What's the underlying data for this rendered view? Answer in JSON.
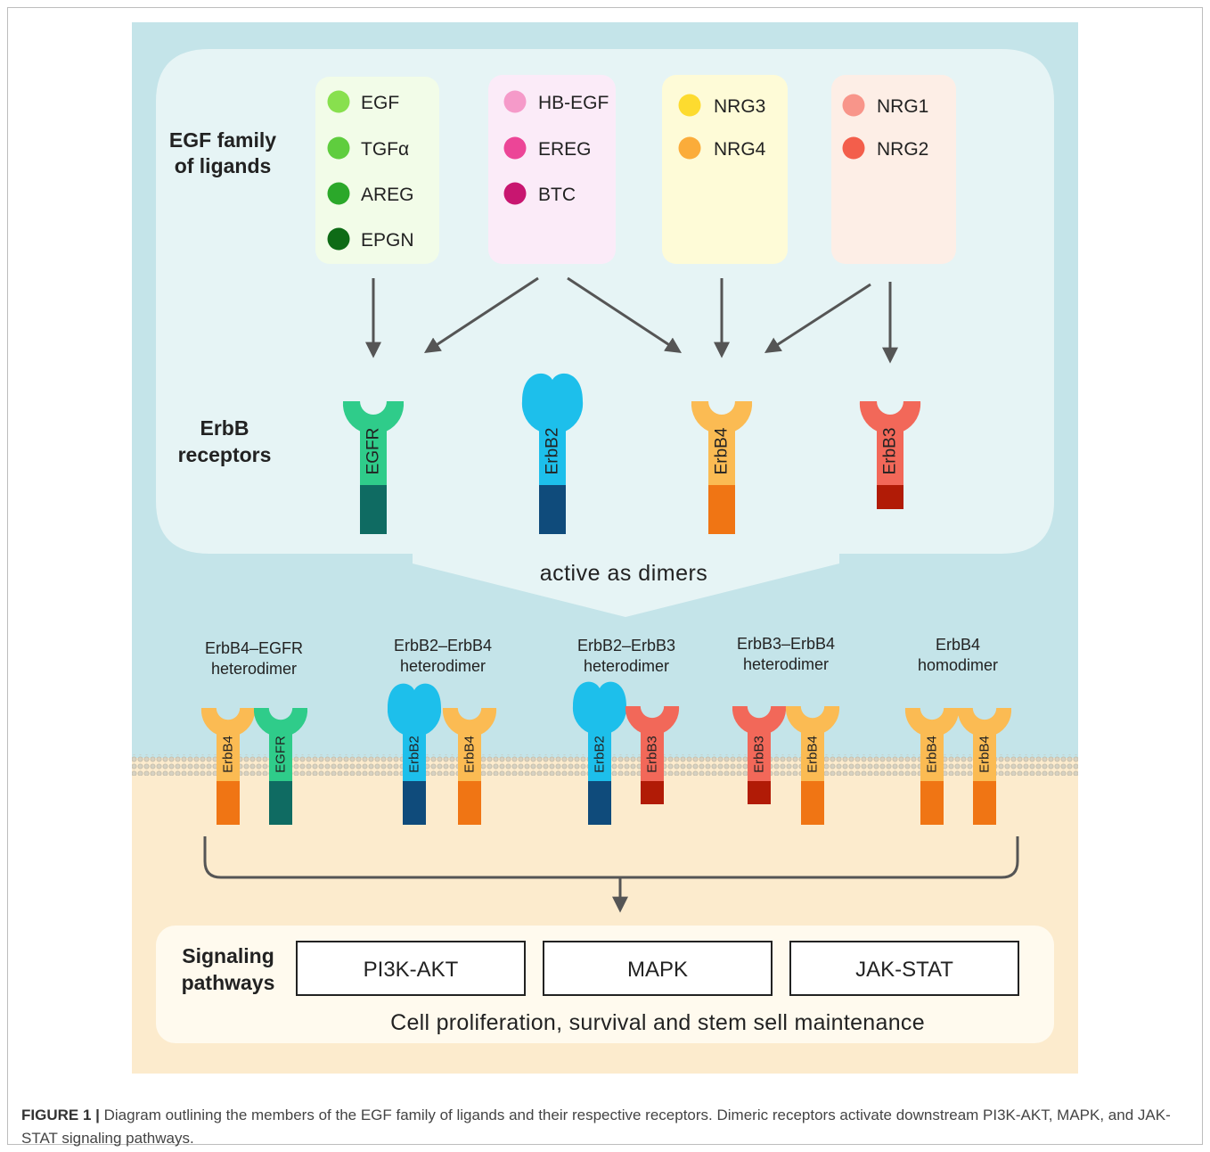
{
  "ligands": {
    "heading_line1": "EGF family",
    "heading_line2": "of ligands",
    "groups": [
      {
        "items": [
          {
            "name": "EGF",
            "color": "#88e04e"
          },
          {
            "name": "TGFα",
            "color": "#5fcd3e"
          },
          {
            "name": "AREG",
            "color": "#2ba82a"
          },
          {
            "name": "EPGN",
            "color": "#0e6b16"
          }
        ]
      },
      {
        "items": [
          {
            "name": "HB-EGF",
            "color": "#f59ac9"
          },
          {
            "name": "EREG",
            "color": "#ec4597"
          },
          {
            "name": "BTC",
            "color": "#c81670"
          }
        ]
      },
      {
        "items": [
          {
            "name": "NRG3",
            "color": "#fddb2f"
          },
          {
            "name": "NRG4",
            "color": "#fbac3a"
          }
        ]
      },
      {
        "items": [
          {
            "name": "NRG1",
            "color": "#f8958a"
          },
          {
            "name": "NRG2",
            "color": "#f35e4b"
          }
        ]
      }
    ]
  },
  "receptors": {
    "heading_line1": "ErbB",
    "heading_line2": "receptors",
    "items": [
      {
        "name": "EGFR",
        "color": "#2fcc8a",
        "tail": "#0f6b62"
      },
      {
        "name": "ErbB2",
        "color": "#1dbfeb",
        "tail": "#0f4b7b"
      },
      {
        "name": "ErbB4",
        "color": "#fbbb53",
        "tail": "#f07514"
      },
      {
        "name": "ErbB3",
        "color": "#f26859",
        "tail": "#b11b06"
      }
    ]
  },
  "dimers_label": "active as dimers",
  "dimers": [
    {
      "line1": "ErbB4–EGFR",
      "line2": "heterodimer",
      "members": [
        "ErbB4",
        "EGFR"
      ]
    },
    {
      "line1": "ErbB2–ErbB4",
      "line2": "heterodimer",
      "members": [
        "ErbB2",
        "ErbB4"
      ]
    },
    {
      "line1": "ErbB2–ErbB3",
      "line2": "heterodimer",
      "members": [
        "ErbB2",
        "ErbB3"
      ]
    },
    {
      "line1": "ErbB3–ErbB4",
      "line2": "heterodimer",
      "members": [
        "ErbB3",
        "ErbB4"
      ]
    },
    {
      "line1": "ErbB4",
      "line2": "homodimer",
      "members": [
        "ErbB4",
        "ErbB4"
      ]
    }
  ],
  "signaling": {
    "heading_line1": "Signaling",
    "heading_line2": "pathways",
    "pathways": [
      "PI3K-AKT",
      "MAPK",
      "JAK-STAT"
    ],
    "outcome": "Cell proliferation, survival and stem sell maintenance"
  },
  "caption": {
    "label": "FIGURE 1 |",
    "text": "Diagram outlining the members of the EGF family of ligands and their respective receptors. Dimeric receptors activate downstream PI3K-AKT, MAPK, and JAK-STAT signaling pathways."
  },
  "colors": {
    "extracellular": "#c4e4e9",
    "intracellular": "#fcebcd",
    "panel": "#e6f4f5",
    "group_boxes": [
      "#f2fce8",
      "#fbebf8",
      "#fefbd7",
      "#fdeee6"
    ],
    "arrow": "#555555"
  }
}
